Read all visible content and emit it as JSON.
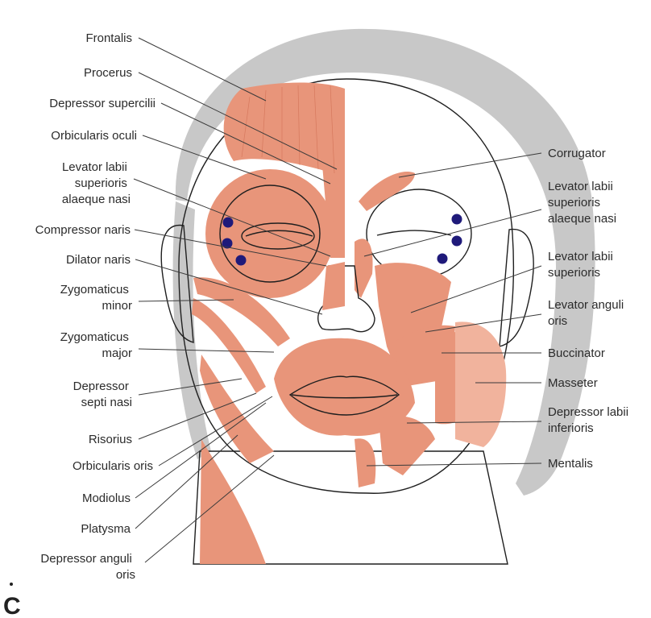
{
  "figure_label": "C",
  "labels_left": [
    {
      "id": "frontalis",
      "lines": [
        "Frontalis"
      ]
    },
    {
      "id": "procerus",
      "lines": [
        "Procerus"
      ]
    },
    {
      "id": "depressor-supercilii",
      "lines": [
        "Depressor supercilii"
      ]
    },
    {
      "id": "orbicularis-oculi",
      "lines": [
        "Orbicularis oculi"
      ]
    },
    {
      "id": "levator-labii-sup-alaeque-left",
      "lines": [
        "Levator labii",
        "superioris",
        "alaeque nasi"
      ]
    },
    {
      "id": "compressor-naris",
      "lines": [
        "Compressor naris"
      ]
    },
    {
      "id": "dilator-naris",
      "lines": [
        "Dilator naris"
      ]
    },
    {
      "id": "zygomaticus-minor",
      "lines": [
        "Zygomaticus",
        "minor"
      ]
    },
    {
      "id": "zygomaticus-major",
      "lines": [
        "Zygomaticus",
        "major"
      ]
    },
    {
      "id": "depressor-septi-nasi",
      "lines": [
        "Depressor",
        "septi nasi"
      ]
    },
    {
      "id": "risorius",
      "lines": [
        "Risorius"
      ]
    },
    {
      "id": "orbicularis-oris",
      "lines": [
        "Orbicularis oris"
      ]
    },
    {
      "id": "modiolus",
      "lines": [
        "Modiolus"
      ]
    },
    {
      "id": "platysma",
      "lines": [
        "Platysma"
      ]
    },
    {
      "id": "depressor-anguli-oris",
      "lines": [
        "Depressor anguli",
        "oris"
      ]
    }
  ],
  "labels_right": [
    {
      "id": "corrugator",
      "lines": [
        "Corrugator"
      ]
    },
    {
      "id": "levator-labii-sup-alaeque-right",
      "lines": [
        "Levator labii",
        "superioris",
        "alaeque nasi"
      ]
    },
    {
      "id": "levator-labii-superioris",
      "lines": [
        "Levator labii",
        "superioris"
      ]
    },
    {
      "id": "levator-anguli-oris",
      "lines": [
        "Levator anguli",
        "oris"
      ]
    },
    {
      "id": "buccinator",
      "lines": [
        "Buccinator"
      ]
    },
    {
      "id": "masseter",
      "lines": [
        "Masseter"
      ]
    },
    {
      "id": "depressor-labii-inferioris",
      "lines": [
        "Depressor labii",
        "inferioris"
      ]
    },
    {
      "id": "mentalis",
      "lines": [
        "Mentalis"
      ]
    }
  ],
  "colors": {
    "muscle": "#e8957a",
    "muscle_light": "#f1b39d",
    "hair": "#c8c8c8",
    "marker": "#1f1a7a"
  }
}
